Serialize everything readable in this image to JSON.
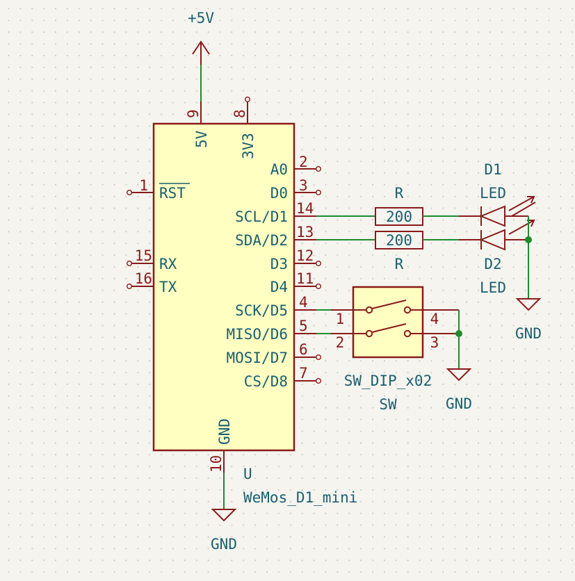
{
  "power": {
    "vcc_label": "+5V",
    "gnd_main": "GND",
    "gnd_leds": "GND",
    "gnd_switch": "GND"
  },
  "mcu": {
    "reference": "U",
    "value": "WeMos_D1_mini",
    "pins_left": [
      {
        "num": "1",
        "name": "RST"
      },
      {
        "num": "15",
        "name": "RX"
      },
      {
        "num": "16",
        "name": "TX"
      }
    ],
    "pins_right": [
      {
        "num": "2",
        "name": "A0"
      },
      {
        "num": "3",
        "name": "D0"
      },
      {
        "num": "14",
        "name": "SCL/D1"
      },
      {
        "num": "13",
        "name": "SDA/D2"
      },
      {
        "num": "12",
        "name": "D3"
      },
      {
        "num": "11",
        "name": "D4"
      },
      {
        "num": "4",
        "name": "SCK/D5"
      },
      {
        "num": "5",
        "name": "MISO/D6"
      },
      {
        "num": "6",
        "name": "MOSI/D7"
      },
      {
        "num": "7",
        "name": "CS/D8"
      }
    ],
    "pins_top": [
      {
        "num": "9",
        "name": "5V"
      },
      {
        "num": "8",
        "name": "3V3"
      }
    ],
    "pins_bottom": [
      {
        "num": "10",
        "name": "GND"
      }
    ]
  },
  "resistors": [
    {
      "reference": "R",
      "value": "200"
    },
    {
      "reference": "R",
      "value": "200"
    }
  ],
  "leds": [
    {
      "reference": "D1",
      "value": "LED"
    },
    {
      "reference": "D2",
      "value": "LED"
    }
  ],
  "switch": {
    "reference": "SW",
    "value": "SW_DIP_x02",
    "pins": [
      "1",
      "2",
      "4",
      "3"
    ]
  },
  "colors": {
    "wire": "#1f8a2e",
    "symbol": "#8a1a1a",
    "body_fill": "#ffffc2",
    "label": "#1a5f70",
    "background": "#f5f4ef"
  }
}
